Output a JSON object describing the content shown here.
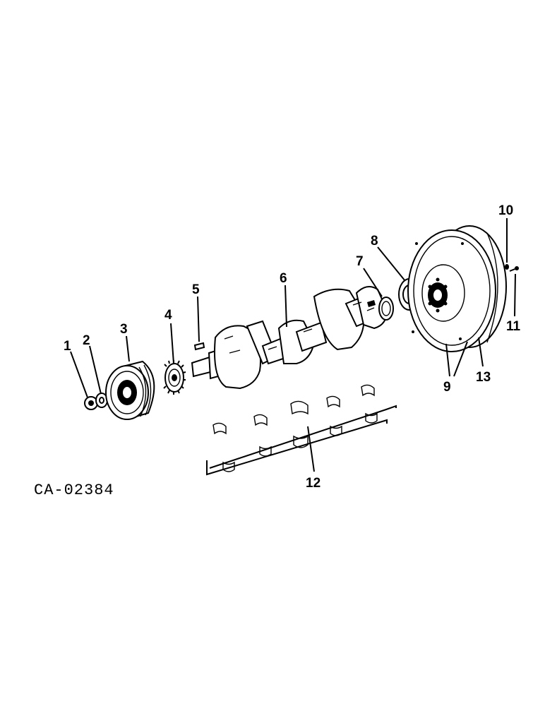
{
  "drawing_code": "CA-02384",
  "callouts": {
    "c1": "1",
    "c2": "2",
    "c3": "3",
    "c4": "4",
    "c5": "5",
    "c6": "6",
    "c7": "7",
    "c8": "8",
    "c9": "9",
    "c10": "10",
    "c11": "11",
    "c12": "12",
    "c13": "13"
  }
}
